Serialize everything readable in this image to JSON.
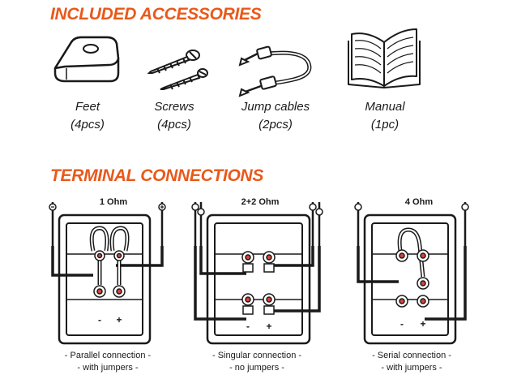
{
  "accessories": {
    "heading": "INCLUDED ACCESSORIES",
    "items": [
      {
        "name": "Feet",
        "qty": "(4pcs)",
        "icon": "foot-pad-icon"
      },
      {
        "name": "Screws",
        "qty": "(4pcs)",
        "icon": "screws-icon"
      },
      {
        "name": "Jump cables",
        "qty": "(2pcs)",
        "icon": "jump-cable-icon"
      },
      {
        "name": "Manual",
        "qty": "(1pc)",
        "icon": "manual-book-icon"
      }
    ]
  },
  "terminals": {
    "heading": "TERMINAL CONNECTIONS",
    "panels": [
      {
        "title": "1 Ohm",
        "minus": "-",
        "plus": "+",
        "caption_line1": "- Parallel connection -",
        "caption_line2": "- with jumpers -"
      },
      {
        "title": "2+2 Ohm",
        "minus": "-",
        "plus": "+",
        "caption_line1": "- Singular connection -",
        "caption_line2": "- no jumpers -"
      },
      {
        "title": "4 Ohm",
        "minus": "-",
        "plus": "+",
        "caption_line1": "- Serial connection -",
        "caption_line2": "- with jumpers -"
      }
    ]
  },
  "colors": {
    "accent": "#e8591a",
    "ink": "#1a1a1a",
    "terminal_red": "#d9433a"
  }
}
